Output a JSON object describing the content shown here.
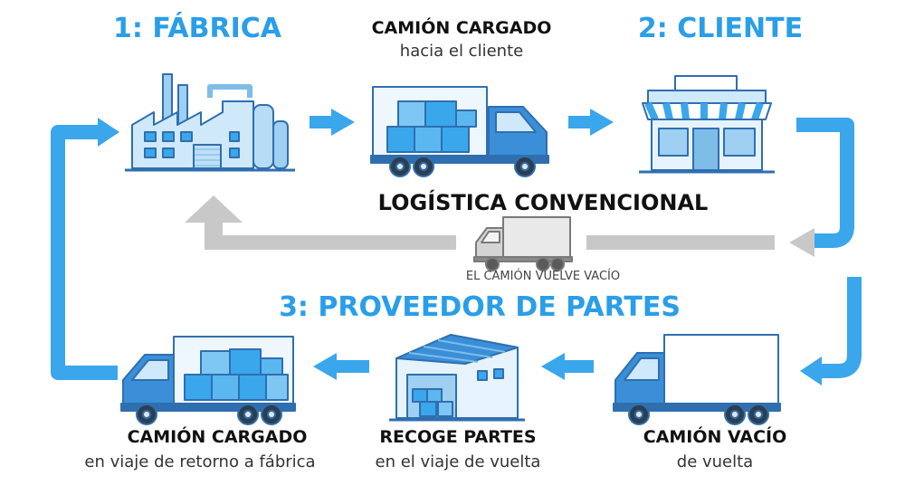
{
  "title": "LOGÍSTICA CONVENCIONAL",
  "colors": {
    "accent": "#2a9ee8",
    "arrow_blue": "#3aa6ec",
    "arrow_gray": "#c8c8c8",
    "text": "#111111"
  },
  "stations": {
    "factory": {
      "label": "1: FÁBRICA",
      "icon": "factory-icon"
    },
    "customer": {
      "label": "2: CLIENTE",
      "icon": "store-icon"
    },
    "supplier": {
      "label": "3: PROVEEDOR DE PARTES",
      "icon": "warehouse-icon"
    }
  },
  "steps": {
    "truck_loaded_to_customer": {
      "title": "CAMIÓN CARGADO",
      "subtitle": "hacia el cliente",
      "icon": "loaded-truck-icon"
    },
    "truck_returns_empty": {
      "caption": "EL CAMIÓN VUELVE VACÍO",
      "icon": "empty-truck-gray-icon"
    },
    "truck_empty_return": {
      "title": "CAMIÓN VACÍO",
      "subtitle": "de vuelta",
      "icon": "empty-truck-icon"
    },
    "pick_up_parts": {
      "title": "RECOGE PARTES",
      "subtitle": "en el viaje de vuelta",
      "icon": "warehouse-icon"
    },
    "truck_loaded_to_factory": {
      "title": "CAMIÓN CARGADO",
      "subtitle": "en viaje de retorno a fábrica",
      "icon": "loaded-truck-icon"
    }
  }
}
